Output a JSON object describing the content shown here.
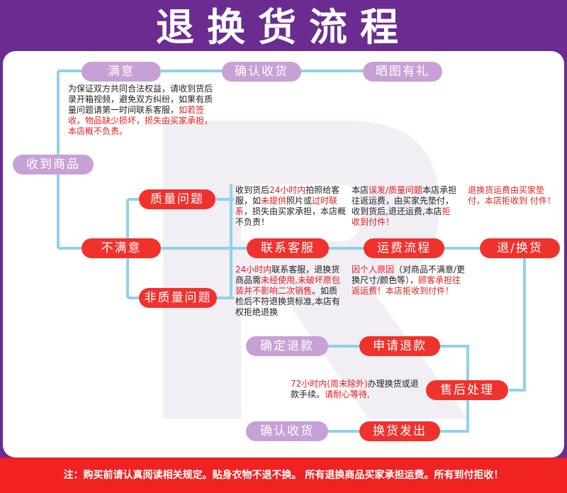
{
  "title": "退换货流程",
  "colors": {
    "purple": "#6a2c91",
    "lavender": "#c7a1d6",
    "red": "#f0322d",
    "line": "#8fd3e9"
  },
  "nodes": {
    "satisfied": "满意",
    "confirm_receipt_top": "确认收货",
    "share_photo": "晒图有礼",
    "received": "收到商品",
    "unsatisfied": "不满意",
    "quality_issue": "质量问题",
    "non_quality_issue": "非质量问题",
    "contact_service": "联系客服",
    "shipping_flow": "运费流程",
    "return_exchange": "退/换货",
    "confirm_refund": "确定退款",
    "apply_refund": "申请退款",
    "after_sales": "售后处理",
    "confirm_receipt_bottom": "确认收货",
    "exchange_shipped": "换货发出"
  },
  "notes": {
    "satisfied_a": "为保证双方共同合法权益，请收到货后录开箱视频，避免双方纠纷，如果有质量问题请第一时间联系客服，",
    "satisfied_b": "如若签收，物品缺少损坏，损失由买家承担，本店概不负责。",
    "quality_a": "收到货后",
    "quality_b": "24小时内",
    "quality_c": "拍照给客服，如",
    "quality_d": "未提供",
    "quality_e": "照片或",
    "quality_f": "过时联系",
    "quality_g": "，损失由买家承担，本店概不负责！",
    "ship_a": "本店",
    "ship_b": "误发/质量问题",
    "ship_c": "本店承担往返运费，由买家先垫付，收到货后,退还运费,本店",
    "ship_d": "拒收到付件！",
    "topright": "退换货运费由买家垫付，本店拒收到 付件！",
    "nonq_a": "24小时内",
    "nonq_b": "联系客服，退换货商品需",
    "nonq_c": "未经使用,未破坏原包装并不影响二次销售",
    "nonq_d": "。如质检后不符退换货标准,本店有权拒绝退换",
    "personal_a": "因个人原因",
    "personal_b": "（对商品不满意/更换尺寸/颜色等），",
    "personal_c": "顾客承担往返运费！本店拒收到付件！",
    "after_a": "72小时内(周末除外)",
    "after_b": "办理换货或退款手续。",
    "after_c": "请耐心等待,"
  },
  "footer": "注：购买前请认真阅读相关规定。贴身衣物不退不换。 所有退换商品买家承担运费。所有到付拒收！"
}
